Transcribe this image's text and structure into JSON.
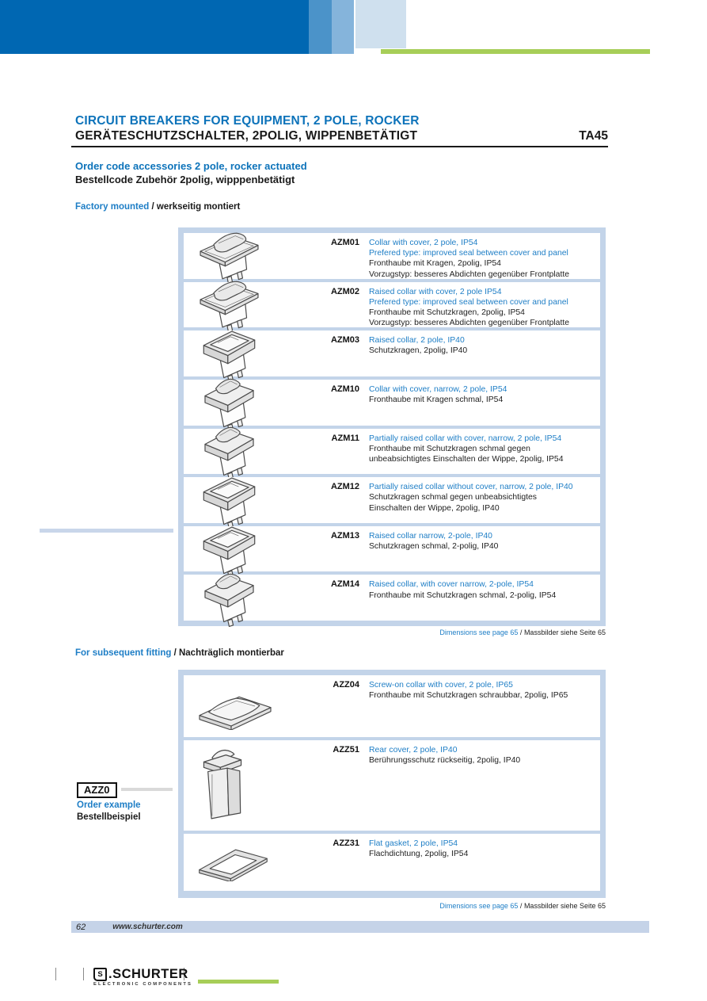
{
  "page": {
    "title_en": "CIRCUIT BREAKERS FOR EQUIPMENT, 2 POLE, ROCKER",
    "title_de": "GERÄTESCHUTZSCHALTER, 2POLIG, WIPPENBETÄTIGT",
    "doc_code": "TA45",
    "subtitle_en": "Order code accessories 2 pole, rocker actuated",
    "subtitle_de": "Bestellcode Zubehör 2polig, wipppenbetätigt"
  },
  "sections": {
    "factory_en": "Factory mounted",
    "factory_de": "werkseitig montiert",
    "subsequent_en": "For subsequent fitting",
    "subsequent_de": "Nachträglich montierbar",
    "separator": " / "
  },
  "dim_note": {
    "en": "Dimensions see page 65",
    "sep": " / ",
    "de": "Massbilder siehe Seite 65"
  },
  "t1": {
    "rows": [
      {
        "code": "AZM01",
        "en1": "Collar with cover, 2 pole, IP54",
        "en2": "Prefered type: improved seal between cover and panel",
        "de1": "Fronthaube mit Kragen, 2polig, IP54",
        "de2": "Vorzugstyp: besseres Abdichten gegenüber Frontplatte"
      },
      {
        "code": "AZM02",
        "en1": "Raised collar with cover, 2 pole IP54",
        "en2": "Prefered type: improved seal between cover and panel",
        "de1": "Fronthaube mit Schutzkragen, 2polig, IP54",
        "de2": "Vorzugstyp: besseres Abdichten gegenüber Frontplatte"
      },
      {
        "code": "AZM03",
        "en1": "Raised collar, 2 pole, IP40",
        "de1": "Schutzkragen, 2polig, IP40"
      },
      {
        "code": "AZM10",
        "en1": "Collar with cover, narrow, 2 pole, IP54",
        "de1": "Fronthaube mit Kragen schmal, IP54"
      },
      {
        "code": "AZM11",
        "en1": "Partially raised collar with cover, narrow, 2 pole, IP54",
        "de1": "Fronthaube mit Schutzkragen schmal gegen",
        "de2": "unbeabsichtigtes Einschalten der Wippe, 2polig, IP54"
      },
      {
        "code": "AZM12",
        "en1": "Partially raised collar without cover, narrow, 2 pole, IP40",
        "de1": "Schutzkragen schmal gegen unbeabsichtigtes",
        "de2": "Einschalten der Wippe, 2polig, IP40"
      },
      {
        "code": "AZM13",
        "en1": "Raised collar narrow, 2-pole, IP40",
        "de1": "Schutzkragen schmal, 2-polig, IP40"
      },
      {
        "code": "AZM14",
        "en1": "Raised collar, with cover narrow, 2-pole, IP54",
        "de1": "Fronthaube mit Schutzkragen schmal, 2-polig, IP54"
      }
    ]
  },
  "t2": {
    "rows": [
      {
        "code": "AZZ04",
        "en1": "Screw-on collar with cover, 2 pole, IP65",
        "de1": "Fronthaube mit Schutzkragen schraubbar, 2polig, IP65"
      },
      {
        "code": "AZZ51",
        "en1": "Rear cover, 2 pole, IP40",
        "de1": "Berührungsschutz rückseitig, 2polig, IP40"
      },
      {
        "code": "AZZ31",
        "en1": "Flat gasket, 2 pole, IP54",
        "de1": "Flachdichtung, 2polig, IP54"
      }
    ]
  },
  "order_example": {
    "code": "AZZ0",
    "label_en": "Order example",
    "label_de": "Bestellbeispiel"
  },
  "footer": {
    "page_number": "62",
    "website": "www.schurter.com"
  },
  "logo": {
    "mark": "S",
    "name": ".SCHURTER",
    "tagline": "ELECTRONIC COMPONENTS"
  },
  "colors": {
    "brand_blue": "#0067b2",
    "accent_green": "#a7ce58",
    "link_blue": "#1e7ec6",
    "table_bg": "#c3d4e9"
  }
}
